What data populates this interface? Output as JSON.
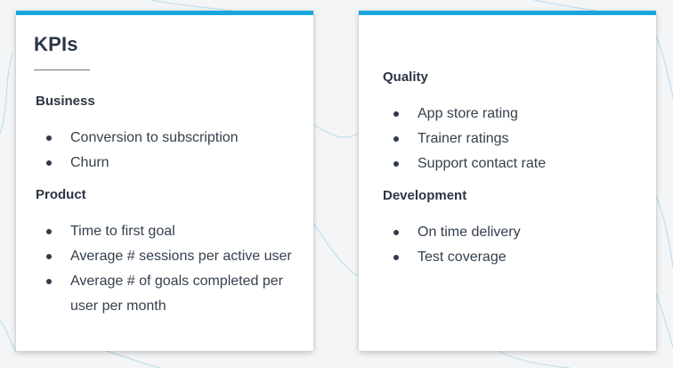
{
  "left_card": {
    "title": "KPIs",
    "sections": [
      {
        "heading": "Business",
        "items": [
          "Conversion to subscription",
          "Churn"
        ]
      },
      {
        "heading": "Product",
        "items": [
          "Time to first goal",
          "Average # sessions per active user",
          "Average # of goals completed per",
          "user per month"
        ]
      }
    ]
  },
  "right_card": {
    "sections": [
      {
        "heading": "Quality",
        "items": [
          "App store rating",
          "Trainer ratings",
          "Support contact rate"
        ]
      },
      {
        "heading": "Development",
        "items": [
          "On time delivery",
          "Test coverage"
        ]
      }
    ]
  },
  "colors": {
    "accent": "#19a6dc",
    "text": "#2f3b4a",
    "background": "#f4f5f6"
  }
}
